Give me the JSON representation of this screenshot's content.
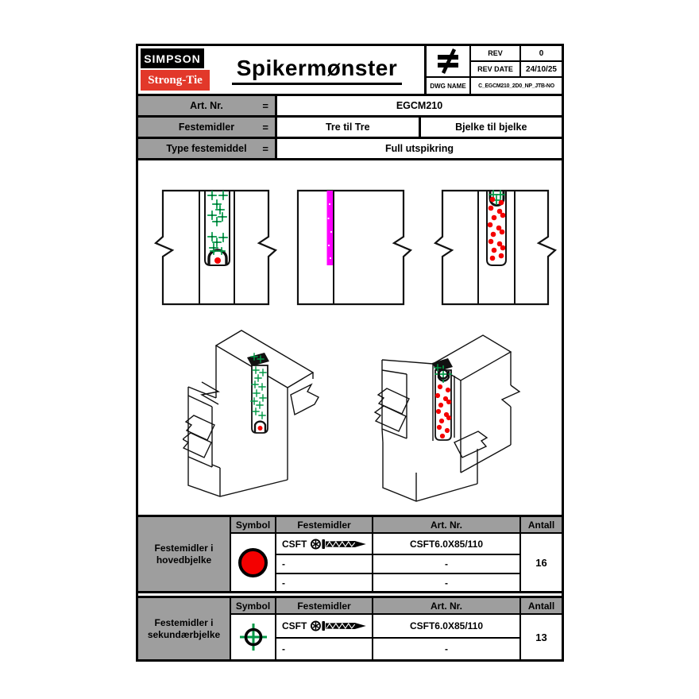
{
  "document": {
    "title": "Spikermønster",
    "logo": {
      "line1": "SIMPSON",
      "line2": "Strong-Tie"
    },
    "title_block": {
      "symbol": "≠",
      "rev_label": "REV",
      "rev_value": "0",
      "rev_date_label": "REV DATE",
      "rev_date_value": "24/10/25",
      "dwg_name_label": "DWG NAME",
      "dwg_name_value": "C_EGCM210_2D0_NP_JTB-NO"
    },
    "info_rows": [
      {
        "label": "Art. Nr.",
        "eq": "=",
        "values": [
          "EGCM210"
        ]
      },
      {
        "label": "Festemidler",
        "eq": "=",
        "values": [
          "Tre til Tre",
          "Bjelke til bjelke"
        ]
      },
      {
        "label": "Type festemiddel",
        "eq": "=",
        "values": [
          "Full utspikring"
        ]
      }
    ],
    "drawings": {
      "views": [
        "front-view-secondary-fasteners",
        "side-view-hanger",
        "back-view-main-fasteners",
        "isometric-view-left",
        "isometric-view-right"
      ],
      "marker_legend": {
        "green_crosshair": "fastener in sekundærbjelke",
        "red_dot": "fastener in hovedbjelke",
        "magenta_strip": "hanger plate"
      }
    },
    "fastener_tables": [
      {
        "row_label": "Festemidler i hovedbjelke",
        "headers": [
          "Symbol",
          "Festemidler",
          "Art. Nr.",
          "Antall"
        ],
        "symbol_icon": "red-dot-icon",
        "rows": [
          {
            "festemidler": "CSFT",
            "art_nr": "CSFT6.0X85/110"
          },
          {
            "festemidler": "-",
            "art_nr": "-"
          },
          {
            "festemidler": "-",
            "art_nr": "-"
          }
        ],
        "antall": "16"
      },
      {
        "row_label": "Festemidler i sekundærbjelke",
        "headers": [
          "Symbol",
          "Festemidler",
          "Art. Nr.",
          "Antall"
        ],
        "symbol_icon": "green-crosshair-icon",
        "rows": [
          {
            "festemidler": "CSFT",
            "art_nr": "CSFT6.0X85/110"
          },
          {
            "festemidler": "-",
            "art_nr": "-"
          }
        ],
        "antall": "13"
      }
    ],
    "colors": {
      "logo_red": "#E2382A",
      "marker_red": "#F40000",
      "marker_green": "#009845",
      "marker_magenta": "#FF00FF",
      "header_gray": "#9E9E9E"
    }
  }
}
